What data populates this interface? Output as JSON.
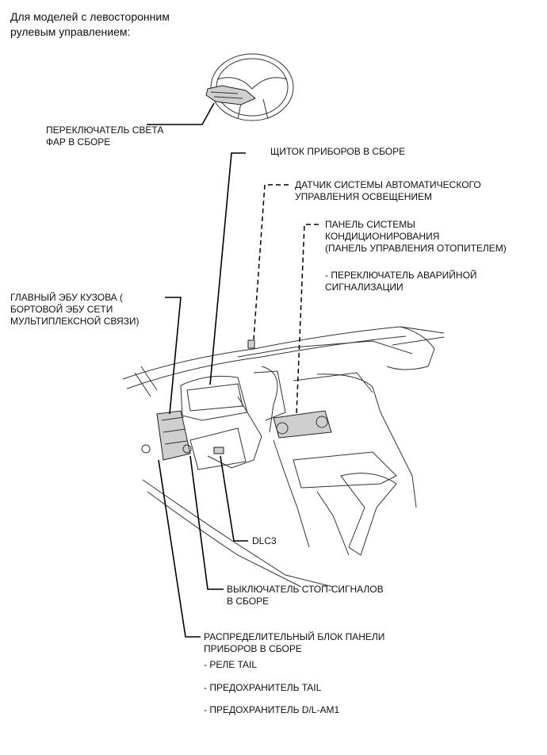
{
  "header": [
    "Для моделей с левосторонним",
    "рулевым управлением:"
  ],
  "labels": {
    "headlight_switch": [
      "ПЕРЕКЛЮЧАТЕЛЬ СВЕТА",
      "ФАР   В СБОРЕ"
    ],
    "combination_meter": [
      "ЩИТОК ПРИБОРОВ В СБОРЕ"
    ],
    "light_sensor": [
      "ДАТЧИК СИСТЕМЫ АВТОМАТИЧЕСКОГО",
      "УПРАВЛЕНИЯ ОСВЕЩЕНИЕМ"
    ],
    "ac_panel": [
      "ПАНЕЛЬ СИСТЕМЫ",
      "КОНДИЦИОНИРОВАНИЯ",
      "(ПАНЕЛЬ УПРАВЛЕНИЯ ОТОПИТЕЛЕМ)"
    ],
    "hazard_switch": [
      "- ПЕРЕКЛЮЧАТЕЛЬ АВАРИЙНОЙ",
      "СИГНАЛИЗАЦИИ"
    ],
    "body_ecu": [
      "ГЛАВНЫЙ ЭБУ КУЗОВА (",
      "БОРТОВОЙ ЭБУ СЕТИ",
      "МУЛЬТИПЛЕКСНОЙ СВЯЗИ)"
    ],
    "dlc3": [
      "DLC3"
    ],
    "stop_switch": [
      "ВЫКЛЮЧАТЕЛЬ СТОП-СИГНАЛОВ",
      "В СБОРЕ"
    ],
    "junction_block": [
      "РАСПРЕДЕЛИТЕЛЬНЫЙ БЛОК ПАНЕЛИ",
      "ПРИБОРОВ В СБОРЕ"
    ],
    "tail_relay": [
      "- РЕЛЕ TAIL"
    ],
    "tail_fuse": [
      "- ПРЕДОХРАНИТЕЛЬ TAIL"
    ],
    "dlam1_fuse": [
      "- ПРЕДОХРАНИТЕЛЬ D/L-AM1"
    ]
  }
}
